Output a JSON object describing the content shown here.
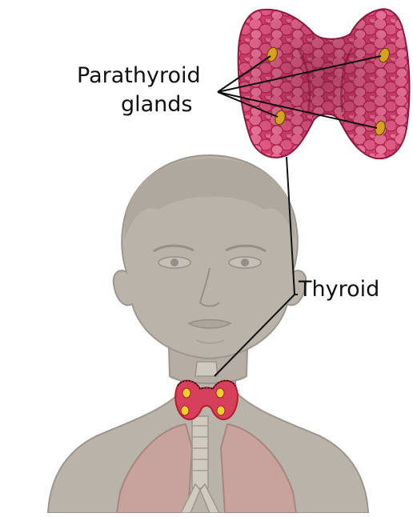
{
  "labels": {
    "parathyroid_line1": "Parathyroid",
    "parathyroid_line2": "glands",
    "thyroid": "Thyroid"
  },
  "colors": {
    "background": "#ffffff",
    "body_silhouette": "#b5ada3",
    "body_outline": "#968d84",
    "thyroid_tissue": "#d63b6b",
    "thyroid_highlight": "#ee7da0",
    "parathyroid_gland": "#d9a020",
    "lungs": "#c8a39d",
    "leader_lines": "#111111"
  },
  "icons": {
    "head": "human-head-silhouette",
    "thyroid_detail": "thyroid-gland-illustration"
  }
}
